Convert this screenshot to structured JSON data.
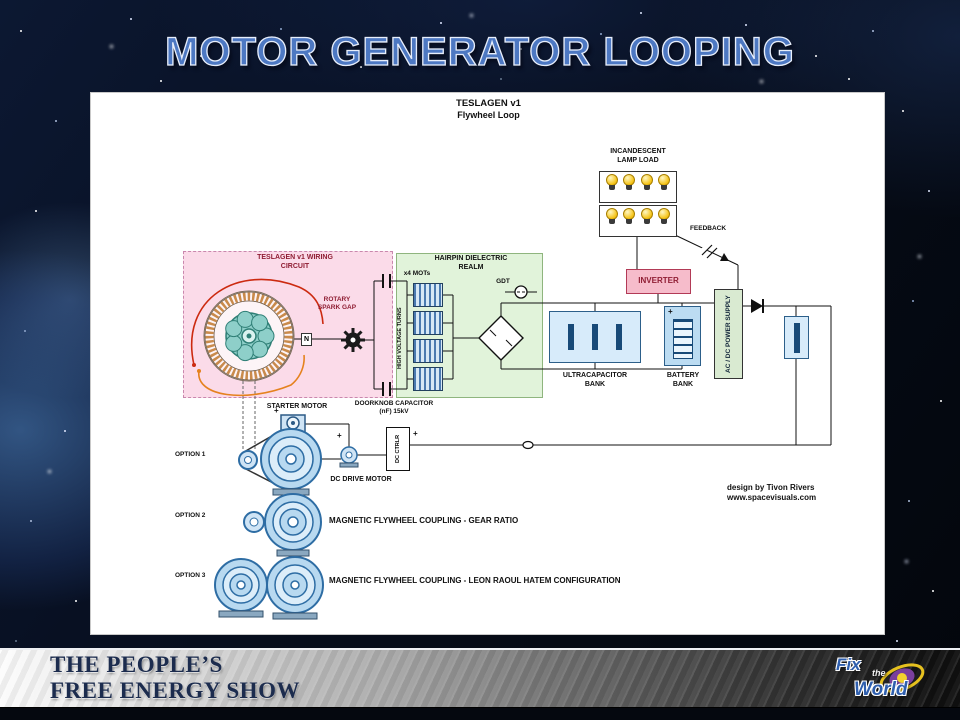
{
  "slide": {
    "title": "MOTOR GENERATOR LOOPING"
  },
  "diagram": {
    "title": "TESLAGEN v1",
    "subtitle": "Flywheel Loop",
    "lamp_load": "INCANDESCENT\nLAMP LOAD",
    "feedback": "FEEDBACK",
    "inverter": "INVERTER",
    "wiring_circuit": "TESLAGEN v1 WIRING\nCIRCUIT",
    "rotary_spark_gap": "ROTARY\nSPARK GAP",
    "n_label": "N",
    "doorknob_capacitor": "DOORKNOB CAPACITOR\n(nF) 15kV",
    "hairpin_realm": "HAIRPIN DIELECTRIC\nREALM",
    "mots": "x4 MOTs",
    "high_voltage_turns": "HIGH VOLTAGE TURNS",
    "gdt": "GDT",
    "ultracapacitor_bank": "ULTRACAPACITOR\nBANK",
    "battery_bank": "BATTERY\nBANK",
    "power_supply": "AC / DC POWER SUPPLY",
    "starter_motor": "STARTER MOTOR",
    "dc_drive_motor": "DC DRIVE MOTOR",
    "dc_ctrlr": "DC CTRLR",
    "plus": "+",
    "options": [
      {
        "label": "OPTION 1",
        "desc": ""
      },
      {
        "label": "OPTION 2",
        "desc": "MAGNETIC FLYWHEEL COUPLING - GEAR RATIO"
      },
      {
        "label": "OPTION 3",
        "desc": "MAGNETIC FLYWHEEL COUPLING - LEON RAOUL HATEM CONFIGURATION"
      }
    ],
    "credit": "design by Tivon Rivers\nwww.spacevisuals.com"
  },
  "footer": {
    "line1": "THE PEOPLE’S",
    "line2": "FREE ENERGY SHOW"
  },
  "logo": {
    "fix": "Fix",
    "the": "the",
    "world": "World"
  },
  "colors": {
    "title_blue": "#4d78c2",
    "wiring_pink": "#fbdbe9",
    "hairpin_green": "#e1f3da",
    "inverter_pink": "#f6bccb",
    "lamp_yellow": "#f6c51b",
    "motor_blue": "#b8d9f0",
    "copper_coil": "#c98a4b"
  }
}
